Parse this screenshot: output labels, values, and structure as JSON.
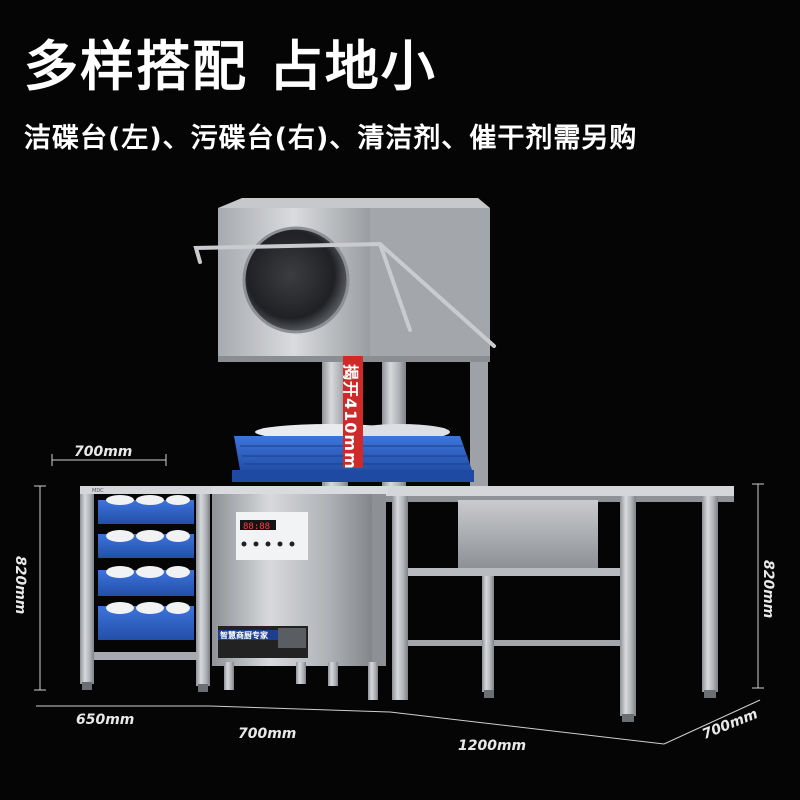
{
  "headline": "多样搭配 占地小",
  "subline": "洁碟台(左)、污碟台(右)、清洁剂、催干剂需另购",
  "lift_label": "揭开410mm",
  "dimensions": {
    "top_width": "700mm",
    "left_height": "820mm",
    "right_height": "820mm",
    "bottom_left": "650mm",
    "bottom_middle": "700mm",
    "bottom_right": "1200mm",
    "depth": "700mm"
  },
  "panel": {
    "display_digits": "88:88",
    "sticker_title": "智慧商厨专家",
    "brand_mark": "MDC"
  },
  "colors": {
    "background": "#050505",
    "stainless": "#b9bcc0",
    "basket_blue": "#2f63c9",
    "lift_red": "#cf2a2a"
  }
}
